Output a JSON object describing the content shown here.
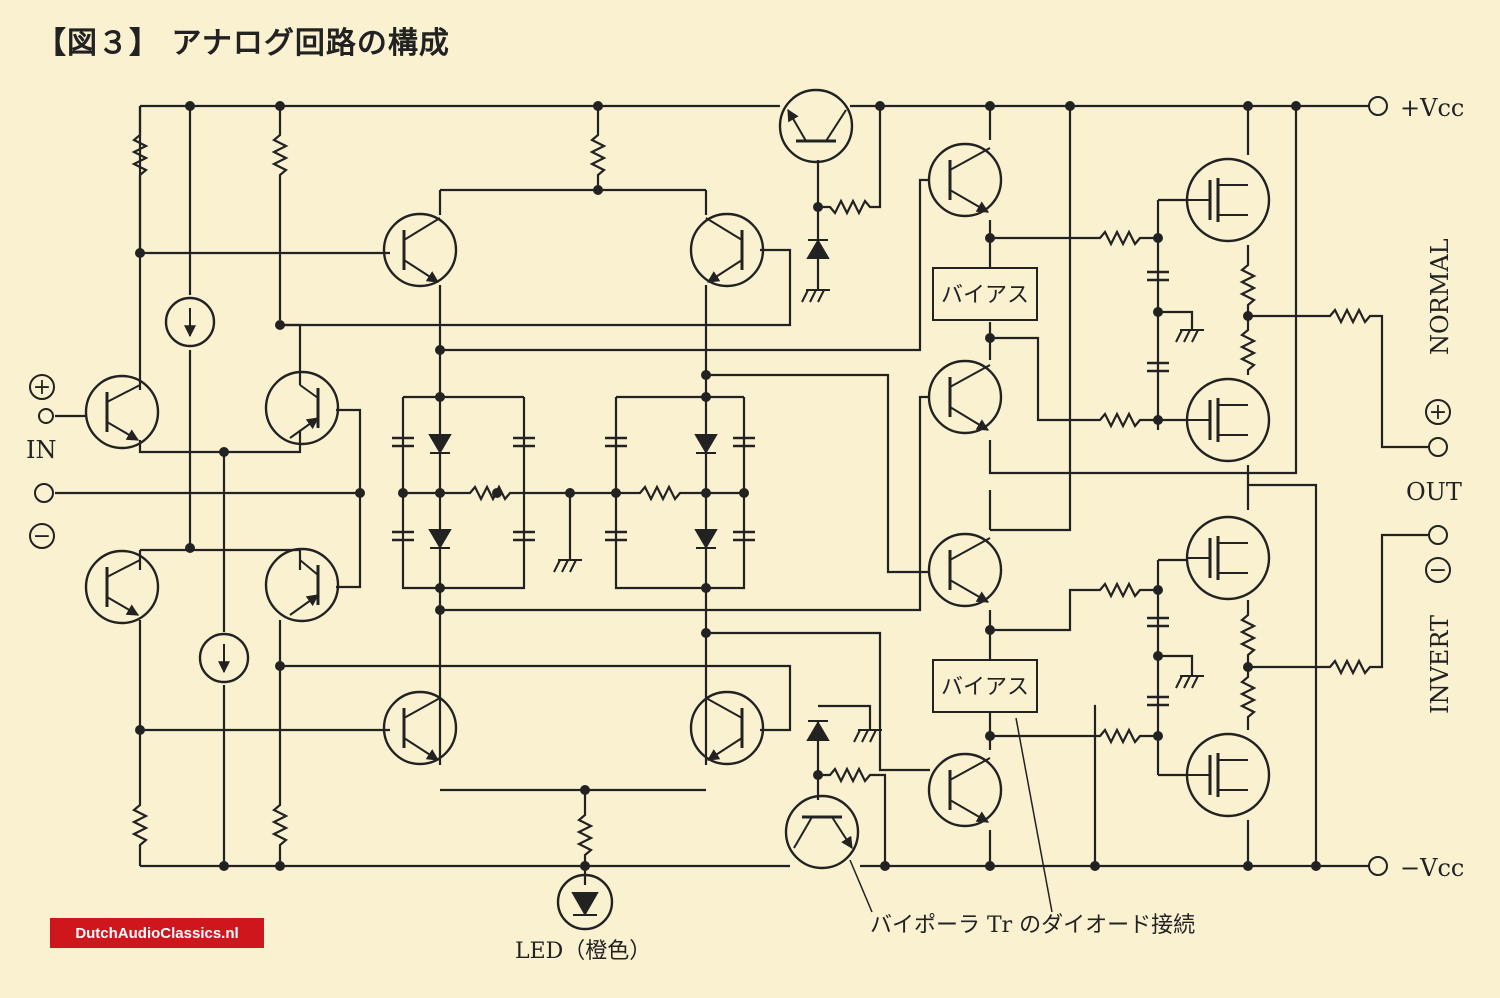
{
  "title": "【図３】 アナログ回路の構成",
  "terminals": {
    "vcc_pos": "+Vcc",
    "vcc_neg": "−Vcc",
    "in_label": "IN",
    "in_plus": "+",
    "in_minus": "−",
    "out_label": "OUT",
    "out_plus": "+",
    "out_minus": "−",
    "normal": "NORMAL",
    "invert": "INVERT"
  },
  "blocks": {
    "bias_top": "バイアス",
    "bias_bottom": "バイアス"
  },
  "annotations": {
    "led": "LED（橙色）",
    "bipolar_diode": "バイポーラ Tr のダイオード接続"
  },
  "watermark": "DutchAudioClassics.nl",
  "colors": {
    "background": "#faf1d1",
    "line": "#222222",
    "badge": "#d0161d"
  }
}
